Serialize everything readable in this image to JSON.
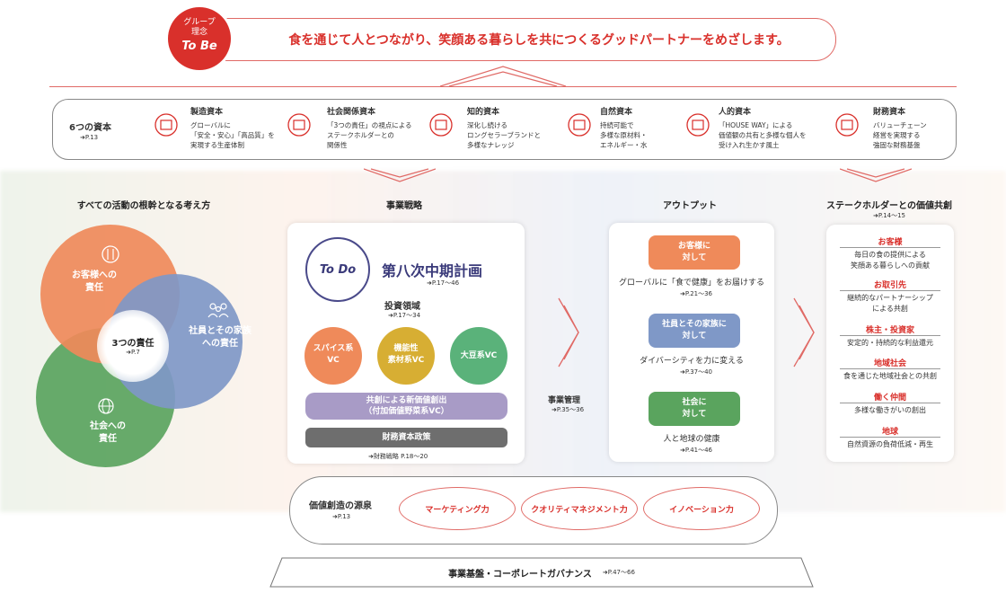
{
  "philosophy": {
    "badge_line1": "グループ",
    "badge_line2": "理念",
    "badge_tobe": "To Be",
    "statement": "食を通じて人とつながり、笑顔ある暮らしを共につくるグッドパートナーをめざします。"
  },
  "capitals": {
    "title": "6つの資本",
    "ref": "➜P.13",
    "items": [
      {
        "title": "製造資本",
        "lines": [
          "グローバルに",
          "「安全・安心」「高品質」を",
          "実現する生産体制"
        ],
        "icon": "factory-checklist-icon"
      },
      {
        "title": "社会関係資本",
        "lines": [
          "「3つの責任」の視点による",
          "ステークホルダーとの",
          "関係性"
        ],
        "icon": "stars-hand-icon"
      },
      {
        "title": "知的資本",
        "lines": [
          "深化し続ける",
          "ロングセラーブランドと",
          "多様なナレッジ"
        ],
        "icon": "trophy-brand-icon"
      },
      {
        "title": "自然資本",
        "lines": [
          "持続可能で",
          "多様な原材料・",
          "エネルギー・水"
        ],
        "icon": "globe-hand-icon"
      },
      {
        "title": "人的資本",
        "lines": [
          "「HOUSE WAY」による",
          "価値観の共有と多様な個人を",
          "受け入れ生かす風土"
        ],
        "icon": "people-gear-icon"
      },
      {
        "title": "財務資本",
        "lines": [
          "バリューチェーン",
          "経営を実現する",
          "強固な財務基盤"
        ],
        "icon": "bar-chart-icon"
      }
    ]
  },
  "columns": {
    "foundation": "すべての活動の根幹となる考え方",
    "strategy": "事業戦略",
    "output": "アウトプット",
    "stakeholder": "ステークホルダーとの価値共創",
    "stakeholder_ref": "➜P.14〜15"
  },
  "responsibilities": {
    "customer": "お客様への\n責任",
    "employee": "社員とその家族\nへの責任",
    "society": "社会への\n責任",
    "center": "3つの責任",
    "center_ref": "➜P.7"
  },
  "strategy": {
    "todo": "To Do",
    "plan": "第八次中期計画",
    "plan_ref": "➜P.17〜46",
    "investment": "投資領域",
    "investment_ref": "➜P.17〜34",
    "vc1": "スパイス系\nVC",
    "vc2": "機能性\n素材系VC",
    "vc3": "大豆系VC",
    "cocreation": "共創による新価値創出\n（付加価値野菜系VC）",
    "finance": "財務資本政策",
    "finance_ref": "➜財務戦略 P.18〜20"
  },
  "management": {
    "label": "事業管理",
    "ref": "➜P.35〜36"
  },
  "outputs": [
    {
      "button": "お客様に\n対して",
      "text": "グローバルに「食で健康」をお届けする",
      "ref": "➜P.21〜36"
    },
    {
      "button": "社員とその家族に\n対して",
      "text": "ダイバーシティを力に変える",
      "ref": "➜P.37〜40"
    },
    {
      "button": "社会に\n対して",
      "text": "人と地球の健康",
      "ref": "➜P.41〜46"
    }
  ],
  "stakeholders": [
    {
      "title": "お客様",
      "desc": "毎日の食の提供による\n笑顔ある暮らしへの貢献"
    },
    {
      "title": "お取引先",
      "desc": "継続的なパートナーシップ\nによる共創"
    },
    {
      "title": "株主・投資家",
      "desc": "安定的・持続的な利益還元"
    },
    {
      "title": "地域社会",
      "desc": "食を通じた地域社会との共創"
    },
    {
      "title": "働く仲間",
      "desc": "多様な働きがいの創出"
    },
    {
      "title": "地球",
      "desc": "自然資源の負荷低減・再生"
    }
  ],
  "source": {
    "label": "価値創造の源泉",
    "ref": "➜P.13",
    "items": [
      "マーケティング力",
      "クオリティマネジメント力",
      "イノベーション力"
    ]
  },
  "base": {
    "label": "事業基盤・コーポレートガバナンス",
    "ref": "➜P.47〜66"
  },
  "colors": {
    "red": "#d9302b",
    "orange": "#ef8a5a",
    "blue": "#7f98c7",
    "green": "#5aa45e",
    "mustard": "#d7ae33",
    "teal": "#5ab27a",
    "lavender": "#a89bc6",
    "gray": "#6e6e6e"
  }
}
